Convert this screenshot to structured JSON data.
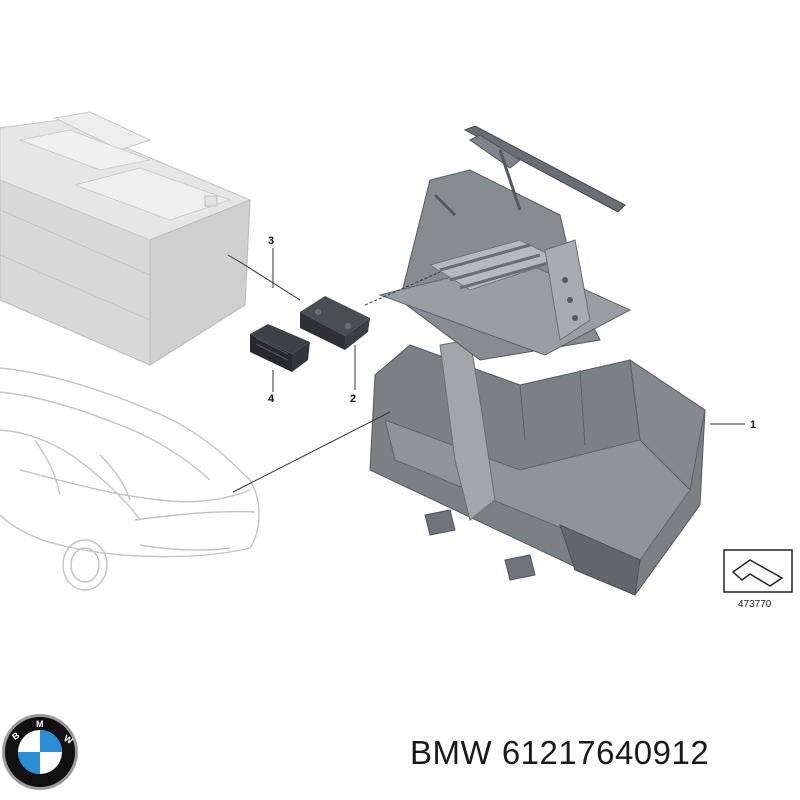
{
  "callouts": {
    "part1": "1",
    "part2": "2",
    "part3": "3",
    "part4": "4"
  },
  "diagram_ref": "473770",
  "caption": {
    "brand": "BMW",
    "part_number": "61217640912"
  },
  "logo": {
    "text": "BMW",
    "colors": {
      "blue": "#2a8ed4",
      "white": "#ffffff",
      "ring": "#111111",
      "rim": "#9a9a9a"
    }
  },
  "colors": {
    "tray_dark": "#6f7378",
    "tray_mid": "#8a8e93",
    "tray_light": "#a4a8ad",
    "battery": "#dcdcdc",
    "module": "#2f3136",
    "leader": "#333333"
  }
}
